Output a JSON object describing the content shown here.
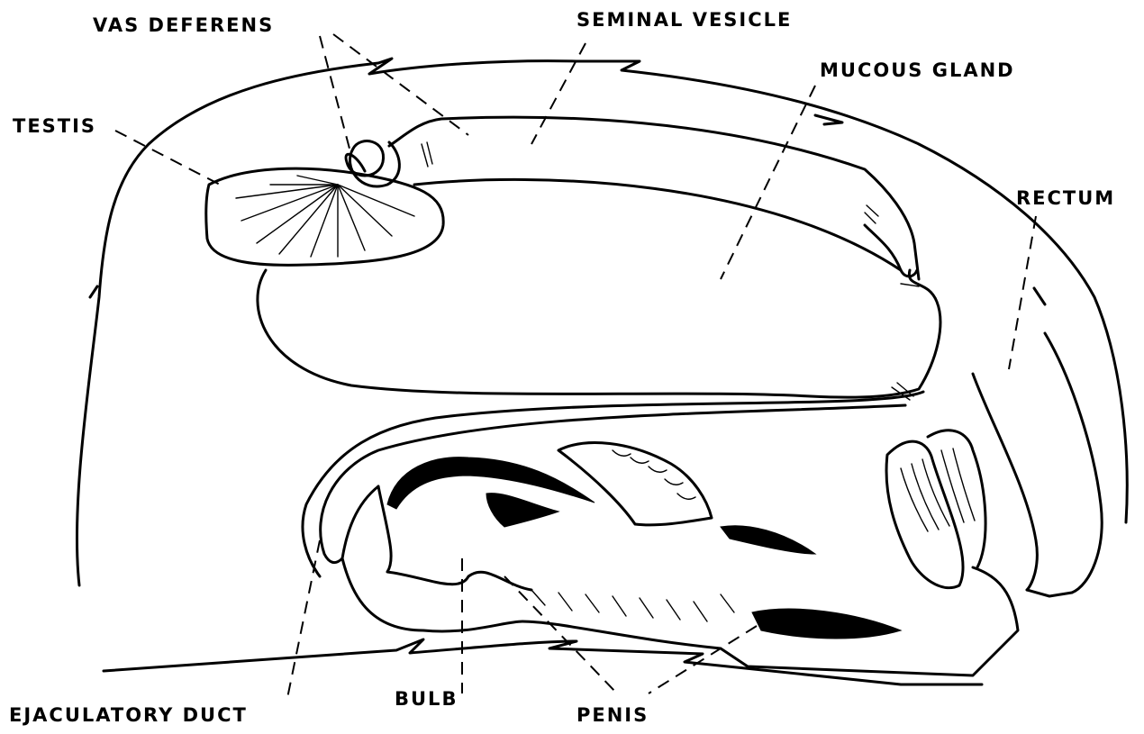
{
  "labels": {
    "vas_deferens": "VAS DEFERENS",
    "seminal_vesicle": "SEMINAL VESICLE",
    "mucous_gland": "MUCOUS GLAND",
    "testis": "TESTIS",
    "rectum": "RECTUM",
    "ejaculatory_duct": "EJACULATORY DUCT",
    "bulb": "BULB",
    "penis": "PENIS"
  },
  "colors": {
    "ink": "#000000",
    "background": "#ffffff"
  }
}
